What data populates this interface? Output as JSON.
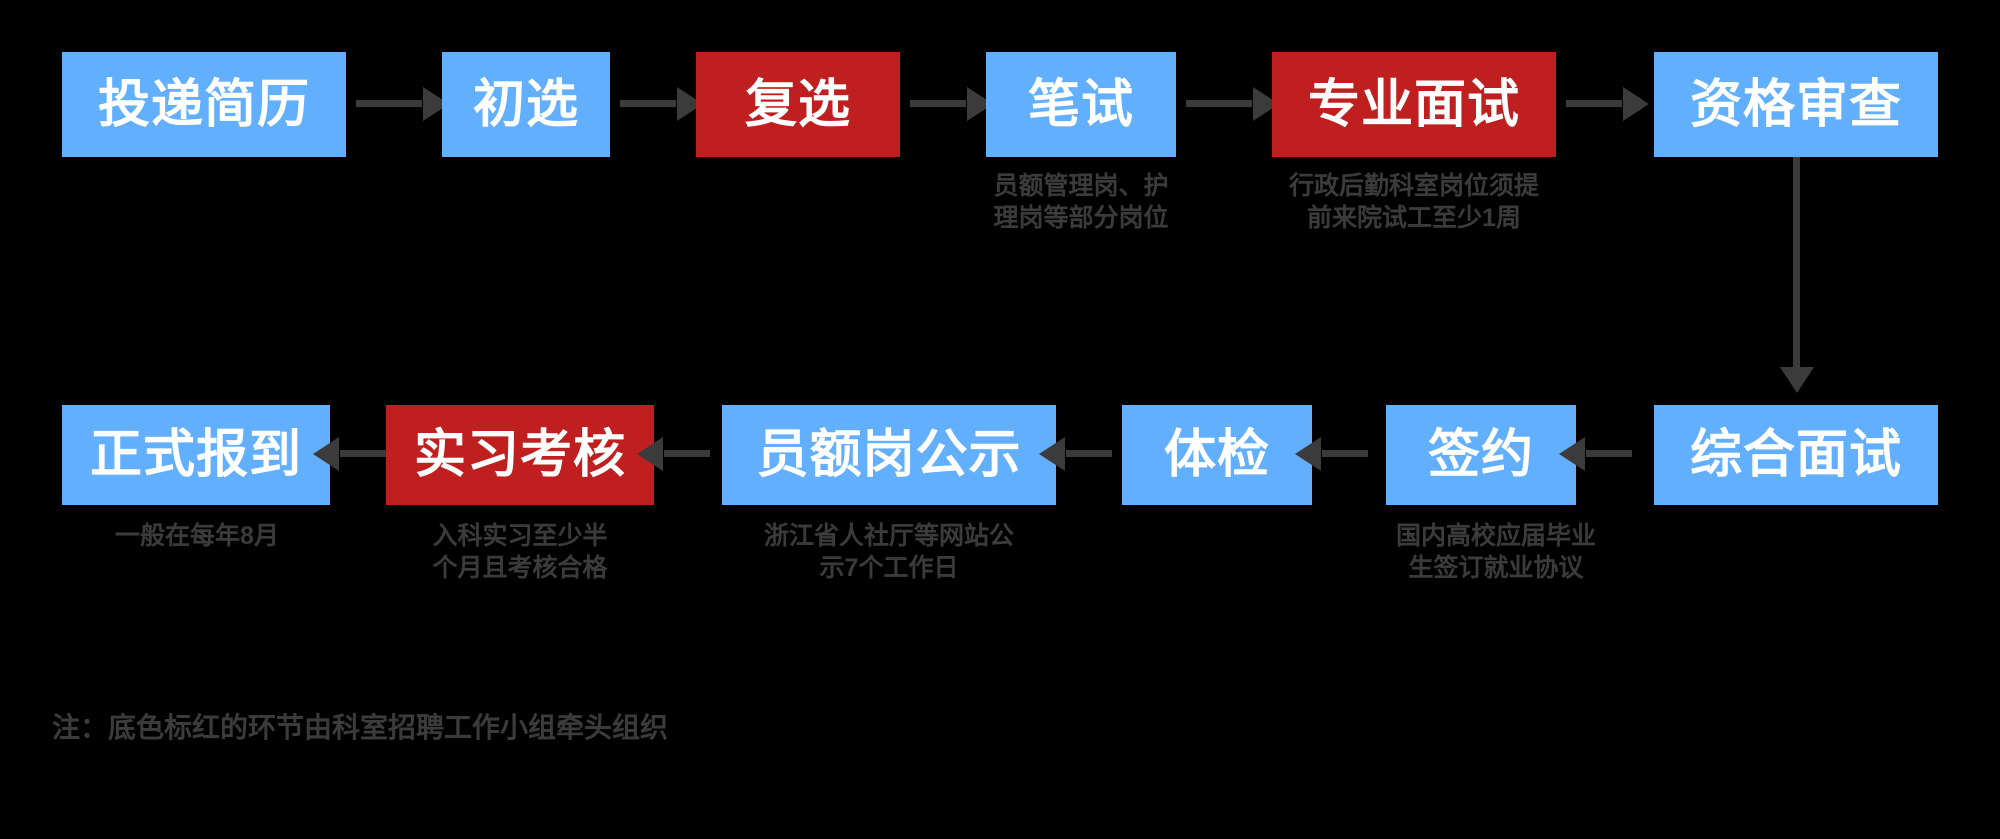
{
  "diagram": {
    "title_note": "注：底色标红的环节由科室招聘工作小组牵头组织",
    "colors": {
      "blue": "#62AFFE",
      "red": "#C01F1F",
      "arrow": "#3b3b3b",
      "background": "#000000",
      "node_text": "#ffffff",
      "caption_text": "#3b3b3b"
    },
    "row1": [
      {
        "id": "submit-resume",
        "label": "投递简历",
        "highlight": "blue",
        "caption": ""
      },
      {
        "id": "first-screening",
        "label": "初选",
        "highlight": "blue",
        "caption": ""
      },
      {
        "id": "second-screening",
        "label": "复选",
        "highlight": "red",
        "caption": ""
      },
      {
        "id": "written-exam",
        "label": "笔试",
        "highlight": "blue",
        "caption": "员额管理岗、护\n理岗等部分岗位"
      },
      {
        "id": "professional-interview",
        "label": "专业面试",
        "highlight": "red",
        "caption": "行政后勤科室岗位须提\n前来院试工至少1周"
      },
      {
        "id": "qualification-review",
        "label": "资格审查",
        "highlight": "blue",
        "caption": ""
      }
    ],
    "row2": [
      {
        "id": "formal-onboarding",
        "label": "正式报到",
        "highlight": "blue",
        "caption": "一般在每年8月"
      },
      {
        "id": "internship-appraisal",
        "label": "实习考核",
        "highlight": "red",
        "caption": "入科实习至少半\n个月且考核合格"
      },
      {
        "id": "quota-post-publicity",
        "label": "员额岗公示",
        "highlight": "blue",
        "caption": "浙江省人社厅等网站公\n示7个工作日"
      },
      {
        "id": "physical-exam",
        "label": "体检",
        "highlight": "blue",
        "caption": ""
      },
      {
        "id": "signing",
        "label": "签约",
        "highlight": "blue",
        "caption": "国内高校应届毕业\n生签订就业协议"
      },
      {
        "id": "comprehensive-interview",
        "label": "综合面试",
        "highlight": "blue",
        "caption": ""
      }
    ]
  }
}
